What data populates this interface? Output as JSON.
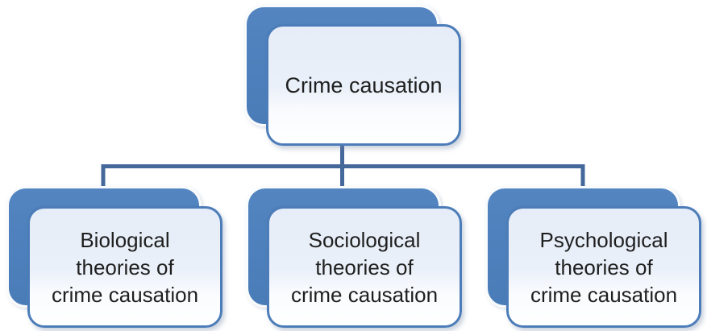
{
  "diagram": {
    "type": "hierarchy",
    "root": {
      "label": "Crime causation"
    },
    "children": [
      {
        "label": "Biological\ntheories of\ncrime causation"
      },
      {
        "label": "Sociological\ntheories of\ncrime causation"
      },
      {
        "label": "Psychological\ntheories of\ncrime causation"
      }
    ],
    "colors": {
      "shape_fill": "#4E81BD",
      "shape_outline": "#FFFFFF",
      "front_fill_top": "#E6EDF8",
      "front_fill_bottom": "#FFFFFF",
      "front_border": "#4C7DB9",
      "connector": "#45689B",
      "text": "#1F1F1F"
    }
  }
}
